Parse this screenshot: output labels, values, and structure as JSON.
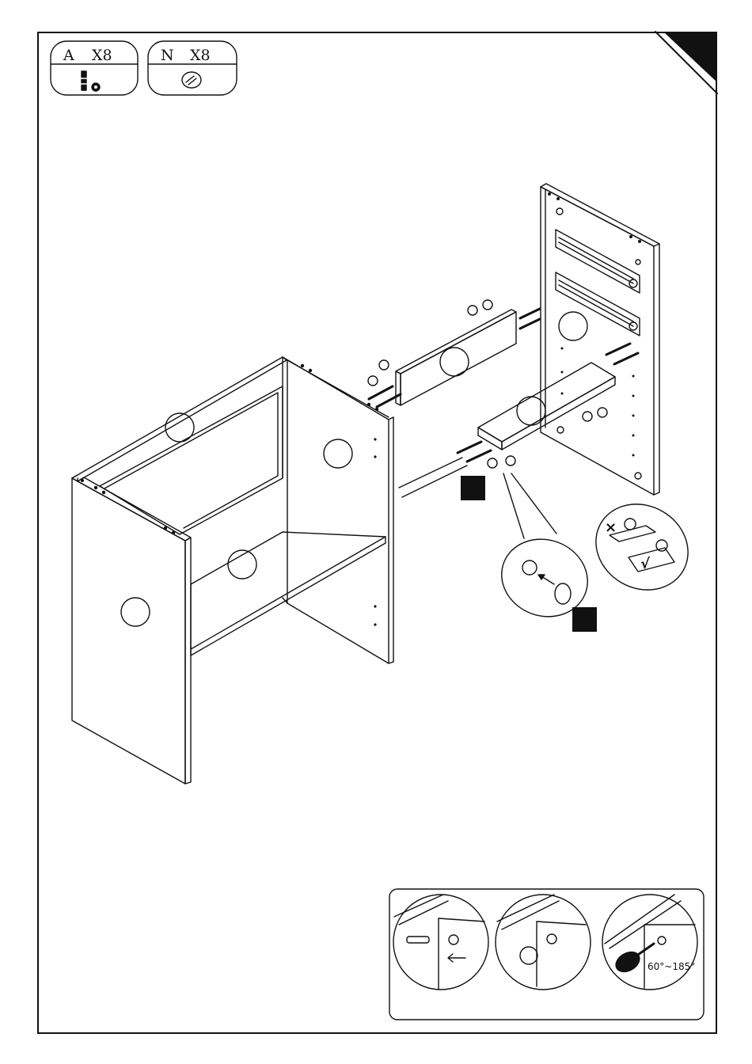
{
  "parts": [
    {
      "letter": "A",
      "qty": "X8",
      "icon": "cam-bolt-and-cam-lock-icon"
    },
    {
      "letter": "N",
      "qty": "X8",
      "icon": "hole-cover-cap-icon"
    }
  ],
  "detail": {
    "wrong_mark": "×",
    "right_mark": "√"
  },
  "instruction": {
    "angle_label": "60°~185°"
  },
  "colors": {
    "line": "#111111",
    "background": "#ffffff",
    "step_marker": "#111111"
  }
}
